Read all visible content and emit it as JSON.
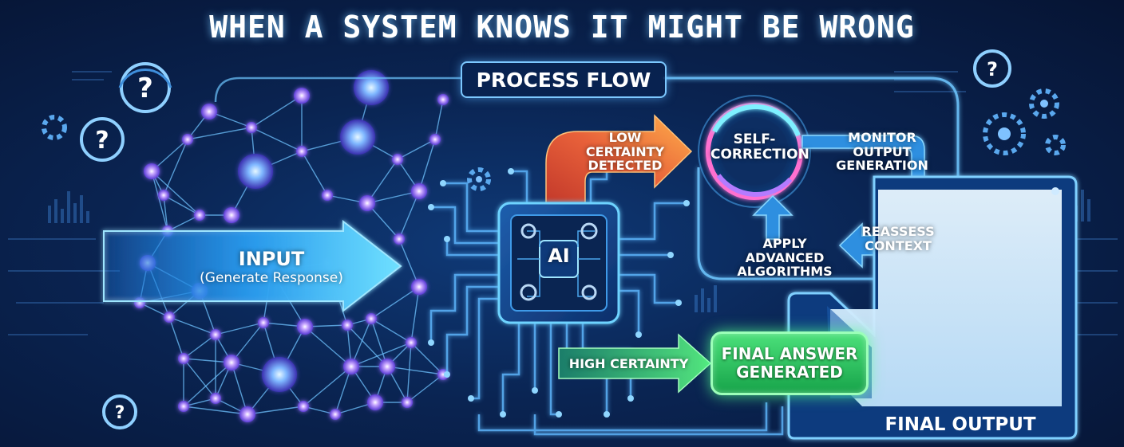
{
  "title": "WHEN A SYSTEM KNOWS IT MIGHT BE WRONG",
  "process_flow": "PROCESS FLOW",
  "input": {
    "label": "INPUT",
    "sublabel": "(Generate Response)"
  },
  "chip": {
    "label": "AI"
  },
  "low_certainty": {
    "line1": "LOW CERTAINTY",
    "line2": "DETECTED"
  },
  "high_certainty": "HIGH CERTAINTY",
  "self_correction": {
    "line1": "SELF-",
    "line2": "CORRECTION"
  },
  "loop_steps": {
    "monitor": {
      "line1": "MONITOR OUTPUT",
      "line2": "GENERATION"
    },
    "reassess": {
      "line1": "REASSESS",
      "line2": "CONTEXT"
    },
    "apply": {
      "line1": "APPLY ADVANCED",
      "line2": "ALGORITHMS"
    }
  },
  "final_answer": {
    "line1": "FINAL ANSWER",
    "line2": "GENERATED"
  },
  "final_output": "FINAL OUTPUT",
  "icons": [
    "question-icon",
    "gear-icon",
    "neural-network",
    "ai-chip-icon"
  ],
  "colors": {
    "background": "#0a2452",
    "accent": "#3fc4ff",
    "low_certainty_arrow": "#e8613a",
    "high_certainty_arrow": "#3ed26a",
    "node": "#9f7bff"
  }
}
